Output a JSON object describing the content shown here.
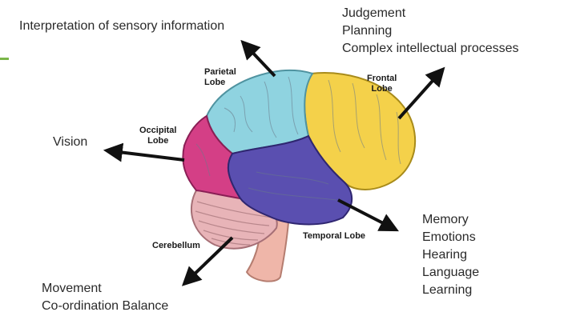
{
  "lobes": {
    "parietal": {
      "label_line1": "Parietal",
      "label_line2": "Lobe",
      "functions": [
        "Interpretation of sensory information"
      ]
    },
    "frontal": {
      "label_line1": "Frontal",
      "label_line2": "Lobe",
      "functions": [
        "Judgement",
        "Planning",
        "Complex intellectual processes"
      ]
    },
    "occipital": {
      "label_line1": "Occipital",
      "label_line2": "Lobe",
      "functions": [
        "Vision"
      ]
    },
    "temporal": {
      "label": "Temporal Lobe",
      "functions": [
        "Memory",
        "Emotions",
        "Hearing",
        "Language",
        "Learning"
      ]
    },
    "cerebellum": {
      "label": "Cerebellum",
      "functions": [
        "Movement",
        "Co-ordination Balance"
      ]
    }
  },
  "colors": {
    "frontal": "#f4d14a",
    "parietal": "#8fd3e0",
    "occipital": "#d43f86",
    "temporal": "#5a4fb0",
    "cerebellum": "#e8b4b8",
    "brainstem": "#efb6a9",
    "arrow": "#111111",
    "accent": "#7ab648"
  }
}
